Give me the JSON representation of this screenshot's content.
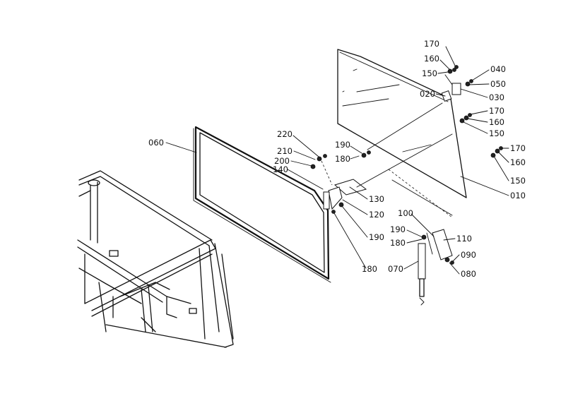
{
  "callouts": {
    "c010": "010",
    "c020": "020",
    "c030": "030",
    "c040": "040",
    "c050": "050",
    "c060": "060",
    "c070": "070",
    "c080": "080",
    "c090": "090",
    "c100": "100",
    "c110": "110",
    "c120": "120",
    "c130": "130",
    "c140": "140",
    "c150a": "150",
    "c150b": "150",
    "c150c": "150",
    "c160a": "160",
    "c160b": "160",
    "c160c": "160",
    "c170a": "170",
    "c170b": "170",
    "c170c": "170",
    "c180a": "180",
    "c180b": "180",
    "c180c": "180",
    "c190a": "190",
    "c190b": "190",
    "c190c": "190",
    "c200": "200",
    "c210": "210",
    "c220": "220"
  }
}
